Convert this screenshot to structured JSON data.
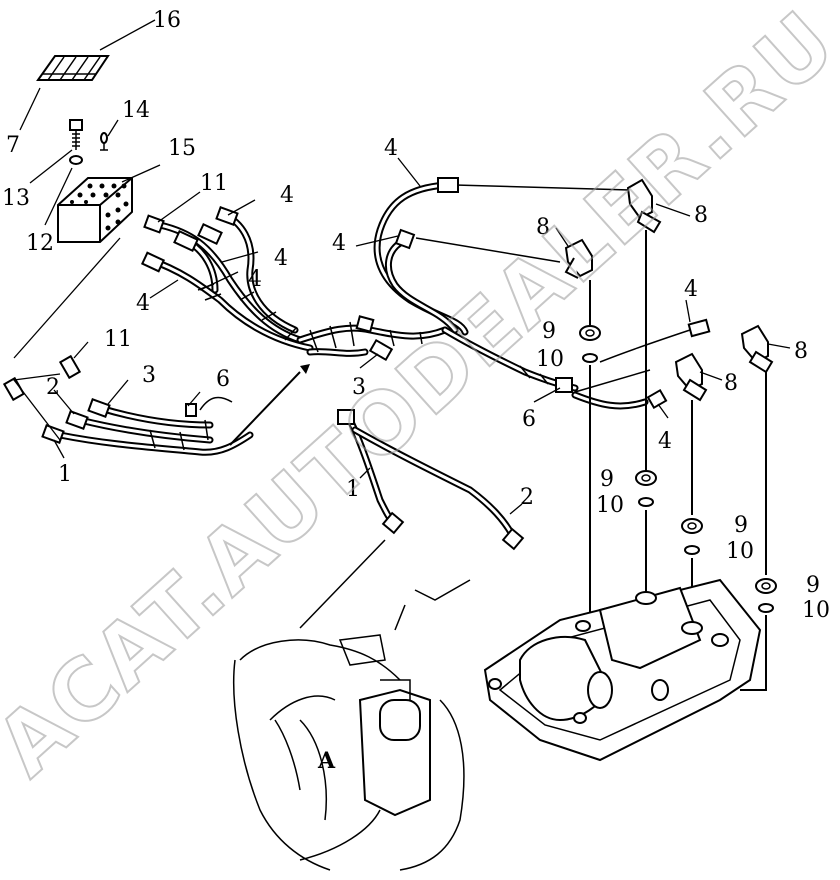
{
  "diagram": {
    "callouts": [
      {
        "id": "c16",
        "text": "16"
      },
      {
        "id": "c7",
        "text": "7"
      },
      {
        "id": "c14",
        "text": "14"
      },
      {
        "id": "c13",
        "text": "13"
      },
      {
        "id": "c15",
        "text": "15"
      },
      {
        "id": "c12",
        "text": "12"
      },
      {
        "id": "c11a",
        "text": "11"
      },
      {
        "id": "c4a",
        "text": "4"
      },
      {
        "id": "c4b",
        "text": "4"
      },
      {
        "id": "c4c",
        "text": "4"
      },
      {
        "id": "c4d",
        "text": "4"
      },
      {
        "id": "c4e",
        "text": "4"
      },
      {
        "id": "c4f",
        "text": "4"
      },
      {
        "id": "c4g",
        "text": "4"
      },
      {
        "id": "c4h",
        "text": "4"
      },
      {
        "id": "c8a",
        "text": "8"
      },
      {
        "id": "c8b",
        "text": "8"
      },
      {
        "id": "c8c",
        "text": "8"
      },
      {
        "id": "c8d",
        "text": "8"
      },
      {
        "id": "c9a",
        "text": "9"
      },
      {
        "id": "c10a",
        "text": "10"
      },
      {
        "id": "c11b",
        "text": "11"
      },
      {
        "id": "c2a",
        "text": "2"
      },
      {
        "id": "c3a",
        "text": "3"
      },
      {
        "id": "c6a",
        "text": "6"
      },
      {
        "id": "c3b",
        "text": "3"
      },
      {
        "id": "c6b",
        "text": "6"
      },
      {
        "id": "c1a",
        "text": "1"
      },
      {
        "id": "c1b",
        "text": "1"
      },
      {
        "id": "c2b",
        "text": "2"
      },
      {
        "id": "c9b",
        "text": "9"
      },
      {
        "id": "c10b",
        "text": "10"
      },
      {
        "id": "c9c",
        "text": "9"
      },
      {
        "id": "c10c",
        "text": "10"
      },
      {
        "id": "c9d",
        "text": "9"
      },
      {
        "id": "c10d",
        "text": "10"
      }
    ],
    "view_label": "A",
    "watermark": "ACAT.AUTODEALER.RU"
  }
}
